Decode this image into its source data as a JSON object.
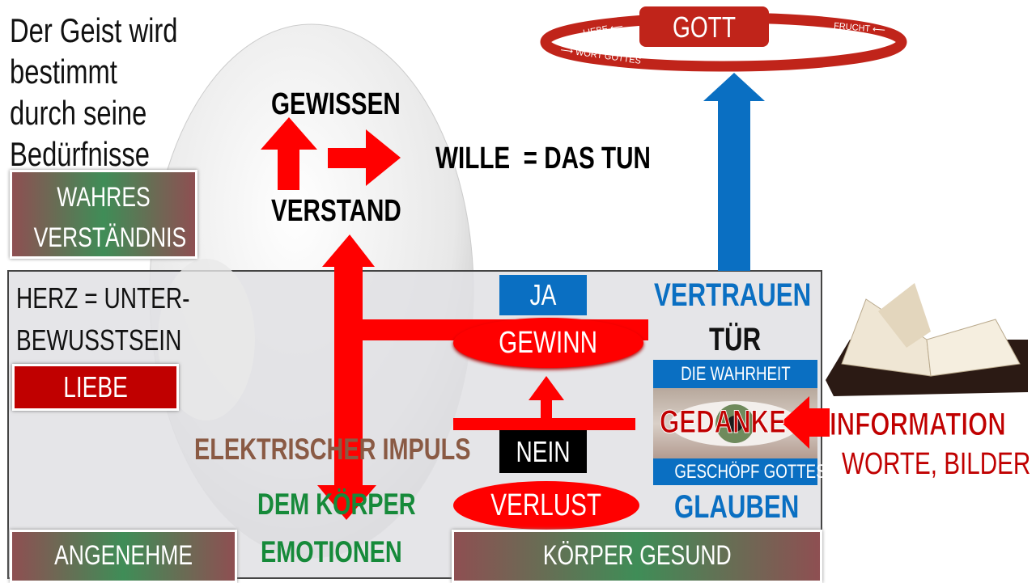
{
  "intro_lines": [
    "Der Geist wird",
    "bestimmt",
    "durch seine",
    "Bedürfnisse"
  ],
  "wahres": [
    "WAHRES",
    "VERSTÄNDNIS"
  ],
  "herz": [
    "HERZ = UNTER-",
    "BEWUSSTSEIN"
  ],
  "liebe": "LIEBE",
  "gewissen": "GEWISSEN",
  "verstand": "VERSTAND",
  "wille": "WILLE  = DAS TUN",
  "ja": "JA",
  "gewinn": "GEWINN",
  "nein": "NEIN",
  "verlust": "VERLUST",
  "impuls": "ELEKTRISCHER IMPULS",
  "dem_koerper": "DEM KÖRPER",
  "emotionen": "EMOTIONEN",
  "angenehme": "ANGENEHME",
  "koerper_gesund": "KÖRPER GESUND",
  "vertrauen": "VERTRAUEN",
  "tuer": "TÜR",
  "wahrheit": "DIE WAHRHEIT",
  "gedanke": "GEDANKE",
  "geschoepf": "GESCHÖPF GOTTES",
  "glauben": "GLAUBEN",
  "information": "INFORMATION",
  "worte": "WORTE, BILDER",
  "gott": {
    "title": "GOTT",
    "liebe": "LIEBE",
    "frucht": "FRUCHT",
    "wort": "WORT GOTTES"
  },
  "colors": {
    "red": "#ff0000",
    "blue": "#0a6fc2",
    "darkred": "#c0241a",
    "green": "#168a3a",
    "brown": "#8a5a44"
  }
}
